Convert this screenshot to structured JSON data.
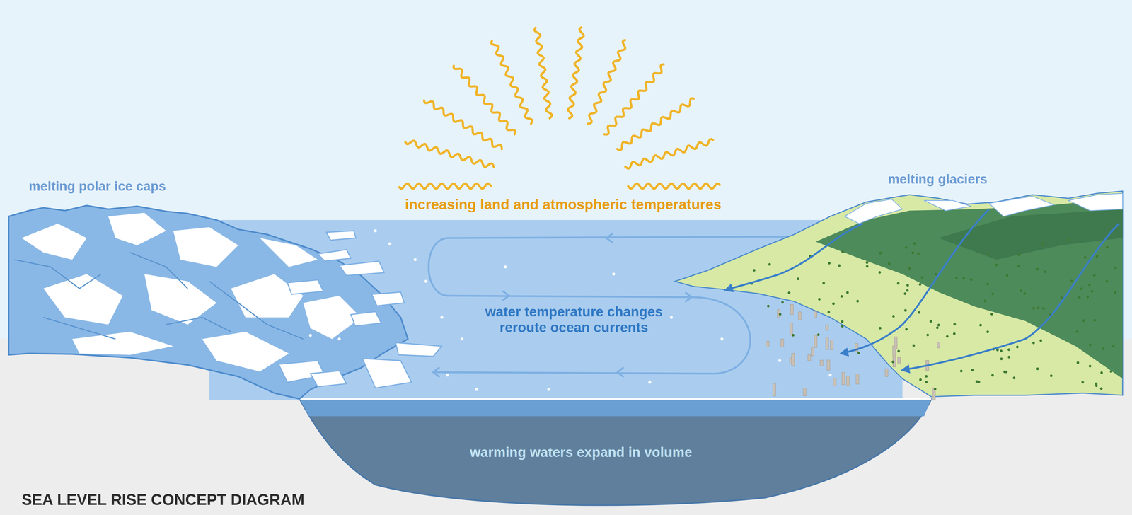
{
  "diagram": {
    "title": "SEA LEVEL RISE CONCEPT DIAGRAM",
    "labels": [
      "melting polar ice caps",
      "increasing land and atmospheric temperatures",
      "melting glaciers",
      "water temperature changes reroute ocean currents",
      "warming waters expand in volume"
    ]
  }
}
